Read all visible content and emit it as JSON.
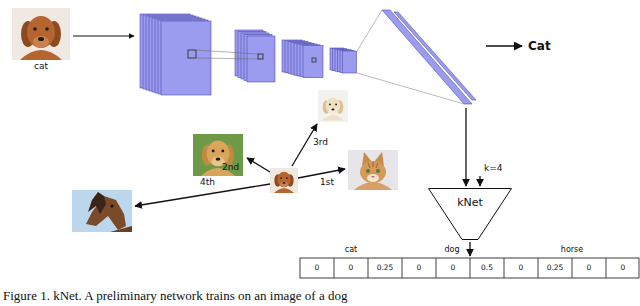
{
  "diagram": {
    "caption": "Figure 1. kNet. A preliminary network trains on an image of a dog",
    "nodes": [
      {
        "text": [
          "kNet"
        ]
      }
    ],
    "labels": [
      "cat",
      "Cat",
      "3rd",
      "2nd",
      "1st",
      "4th",
      "k=4",
      "cat",
      "dog",
      "horse",
      "0",
      "0",
      "0.25",
      "0",
      "0",
      "0.5",
      "0",
      "0.25",
      "0",
      "0"
    ]
  }
}
